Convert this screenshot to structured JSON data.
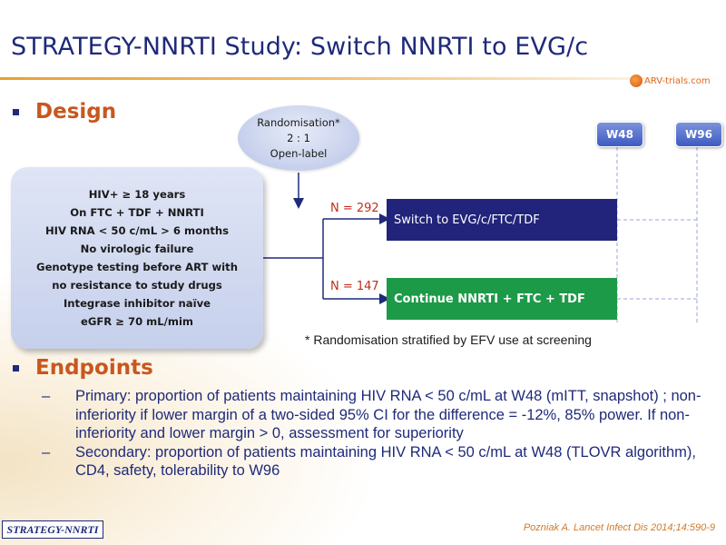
{
  "title": "STRATEGY-NNRTI Study: Switch NNRTI to EVG/c",
  "logo": {
    "text": "ARV-trials.com",
    "icon": "arv-trials-logo-icon"
  },
  "design": {
    "heading": "Design",
    "randomisation": [
      "Randomisation*",
      "2 : 1",
      "Open-label"
    ],
    "eligibility": [
      "HIV+ ≥ 18 years",
      "On FTC + TDF + NNRTI",
      "HIV RNA < 50 c/mL > 6 months",
      "No virologic failure",
      "Genotype testing before ART with",
      "no resistance to study drugs",
      "Integrase inhibitor naïve",
      "eGFR ≥ 70 mL/mim"
    ],
    "arm1": {
      "n": "N = 292",
      "label": "Switch to EVG/c/FTC/TDF"
    },
    "arm2": {
      "n": "N = 147",
      "label": "Continue NNRTI + FTC + TDF"
    },
    "weeks": [
      "W48",
      "W96"
    ],
    "footnote": "* Randomisation stratified by EFV use at screening",
    "colors": {
      "arm1": "#21247a",
      "arm2": "#1c9a47",
      "n_label": "#c0301e",
      "heading": "#c8571e"
    }
  },
  "endpoints": {
    "heading": "Endpoints",
    "items": [
      {
        "dash": "–",
        "text": "Primary: proportion of patients maintaining HIV RNA < 50 c/mL at W48 (mITT, snapshot) ; non-inferiority if lower margin of a two-sided 95% CI for the difference = -12%, 85% power. If non-inferiority and lower margin > 0, assessment for superiority"
      },
      {
        "dash": "–",
        "text": "Secondary: proportion of patients maintaining HIV RNA < 50 c/mL at W48 (TLOVR algorithm), CD4, safety, tolerability to W96"
      }
    ]
  },
  "footer": {
    "tag": "STRATEGY-NNRTI",
    "citation": "Pozniak A. Lancet Infect Dis 2014;14:590-9"
  }
}
